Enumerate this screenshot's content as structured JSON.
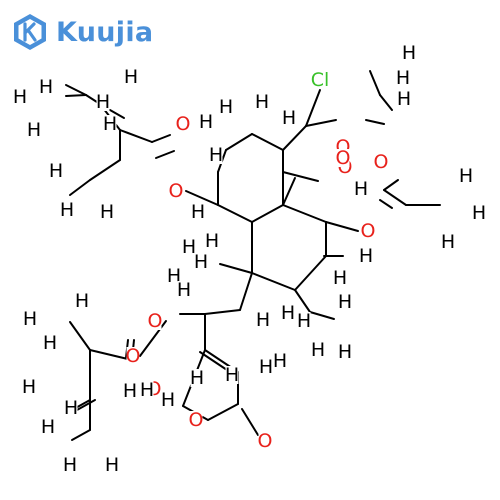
{
  "logo": {
    "brand_text": "Kuujia",
    "icon": "k-hexagon-icon",
    "color": "#4a90d9"
  },
  "colors": {
    "bond": "#000000",
    "hydrogen": "#000000",
    "oxygen": "#e8211b",
    "chlorine": "#39c12a"
  },
  "atom_labels": [
    {
      "id": "cl",
      "text": "Cl",
      "el": "Cl"
    },
    {
      "id": "o1",
      "text": "O",
      "el": "O"
    },
    {
      "id": "o2",
      "text": "O",
      "el": "O"
    },
    {
      "id": "o3",
      "text": "O",
      "el": "O"
    },
    {
      "id": "o4",
      "text": "O",
      "el": "O"
    },
    {
      "id": "o5",
      "text": "O",
      "el": "O"
    },
    {
      "id": "o6",
      "text": "O",
      "el": "O"
    },
    {
      "id": "o7",
      "text": "O",
      "el": "O"
    },
    {
      "id": "o8",
      "text": "O",
      "el": "O"
    },
    {
      "id": "o9",
      "text": "O",
      "el": "O"
    },
    {
      "id": "o10",
      "text": "O",
      "el": "O"
    },
    {
      "id": "o11",
      "text": "O",
      "el": "O"
    },
    {
      "id": "o12",
      "text": "O",
      "el": "O"
    },
    {
      "id": "h1",
      "text": "H",
      "el": "H"
    },
    {
      "id": "h2",
      "text": "H",
      "el": "H"
    },
    {
      "id": "h3",
      "text": "H",
      "el": "H"
    },
    {
      "id": "h4",
      "text": "H",
      "el": "H"
    },
    {
      "id": "h5",
      "text": "H",
      "el": "H"
    },
    {
      "id": "h6",
      "text": "H",
      "el": "H"
    },
    {
      "id": "h7",
      "text": "H",
      "el": "H"
    },
    {
      "id": "h8",
      "text": "H",
      "el": "H"
    },
    {
      "id": "h9",
      "text": "H",
      "el": "H"
    },
    {
      "id": "h10",
      "text": "H",
      "el": "H"
    },
    {
      "id": "h11",
      "text": "H",
      "el": "H"
    },
    {
      "id": "h12",
      "text": "H",
      "el": "H"
    },
    {
      "id": "h13",
      "text": "H",
      "el": "H"
    },
    {
      "id": "h14",
      "text": "H",
      "el": "H"
    },
    {
      "id": "h15",
      "text": "H",
      "el": "H"
    },
    {
      "id": "h16",
      "text": "H",
      "el": "H"
    },
    {
      "id": "h17",
      "text": "H",
      "el": "H"
    },
    {
      "id": "h18",
      "text": "H",
      "el": "H"
    },
    {
      "id": "h19",
      "text": "H",
      "el": "H"
    },
    {
      "id": "h20",
      "text": "H",
      "el": "H"
    },
    {
      "id": "h21",
      "text": "H",
      "el": "H"
    },
    {
      "id": "h22",
      "text": "H",
      "el": "H"
    },
    {
      "id": "h23",
      "text": "H",
      "el": "H"
    },
    {
      "id": "h24",
      "text": "H",
      "el": "H"
    },
    {
      "id": "h25",
      "text": "H",
      "el": "H"
    },
    {
      "id": "h26",
      "text": "H",
      "el": "H"
    },
    {
      "id": "h27",
      "text": "H",
      "el": "H"
    },
    {
      "id": "h28",
      "text": "H",
      "el": "H"
    },
    {
      "id": "h29",
      "text": "H",
      "el": "H"
    },
    {
      "id": "h30",
      "text": "H",
      "el": "H"
    },
    {
      "id": "h31",
      "text": "H",
      "el": "H"
    },
    {
      "id": "h32",
      "text": "H",
      "el": "H"
    },
    {
      "id": "h33",
      "text": "H",
      "el": "H"
    },
    {
      "id": "h34",
      "text": "H",
      "el": "H"
    },
    {
      "id": "h35",
      "text": "H",
      "el": "H"
    },
    {
      "id": "h36",
      "text": "H",
      "el": "H"
    },
    {
      "id": "h37",
      "text": "H",
      "el": "H"
    },
    {
      "id": "h38",
      "text": "H",
      "el": "H"
    },
    {
      "id": "h39",
      "text": "H",
      "el": "H"
    },
    {
      "id": "h40",
      "text": "H",
      "el": "H"
    },
    {
      "id": "h41",
      "text": "H",
      "el": "H"
    },
    {
      "id": "h42",
      "text": "H",
      "el": "H"
    },
    {
      "id": "h43",
      "text": "H",
      "el": "H"
    },
    {
      "id": "h44",
      "text": "H",
      "el": "H"
    },
    {
      "id": "h45",
      "text": "H",
      "el": "H"
    },
    {
      "id": "h46",
      "text": "H",
      "el": "H"
    },
    {
      "id": "h47",
      "text": "H",
      "el": "H"
    },
    {
      "id": "h48",
      "text": "H",
      "el": "H"
    },
    {
      "id": "h49",
      "text": "H",
      "el": "H"
    },
    {
      "id": "h50",
      "text": "H",
      "el": "H"
    }
  ]
}
